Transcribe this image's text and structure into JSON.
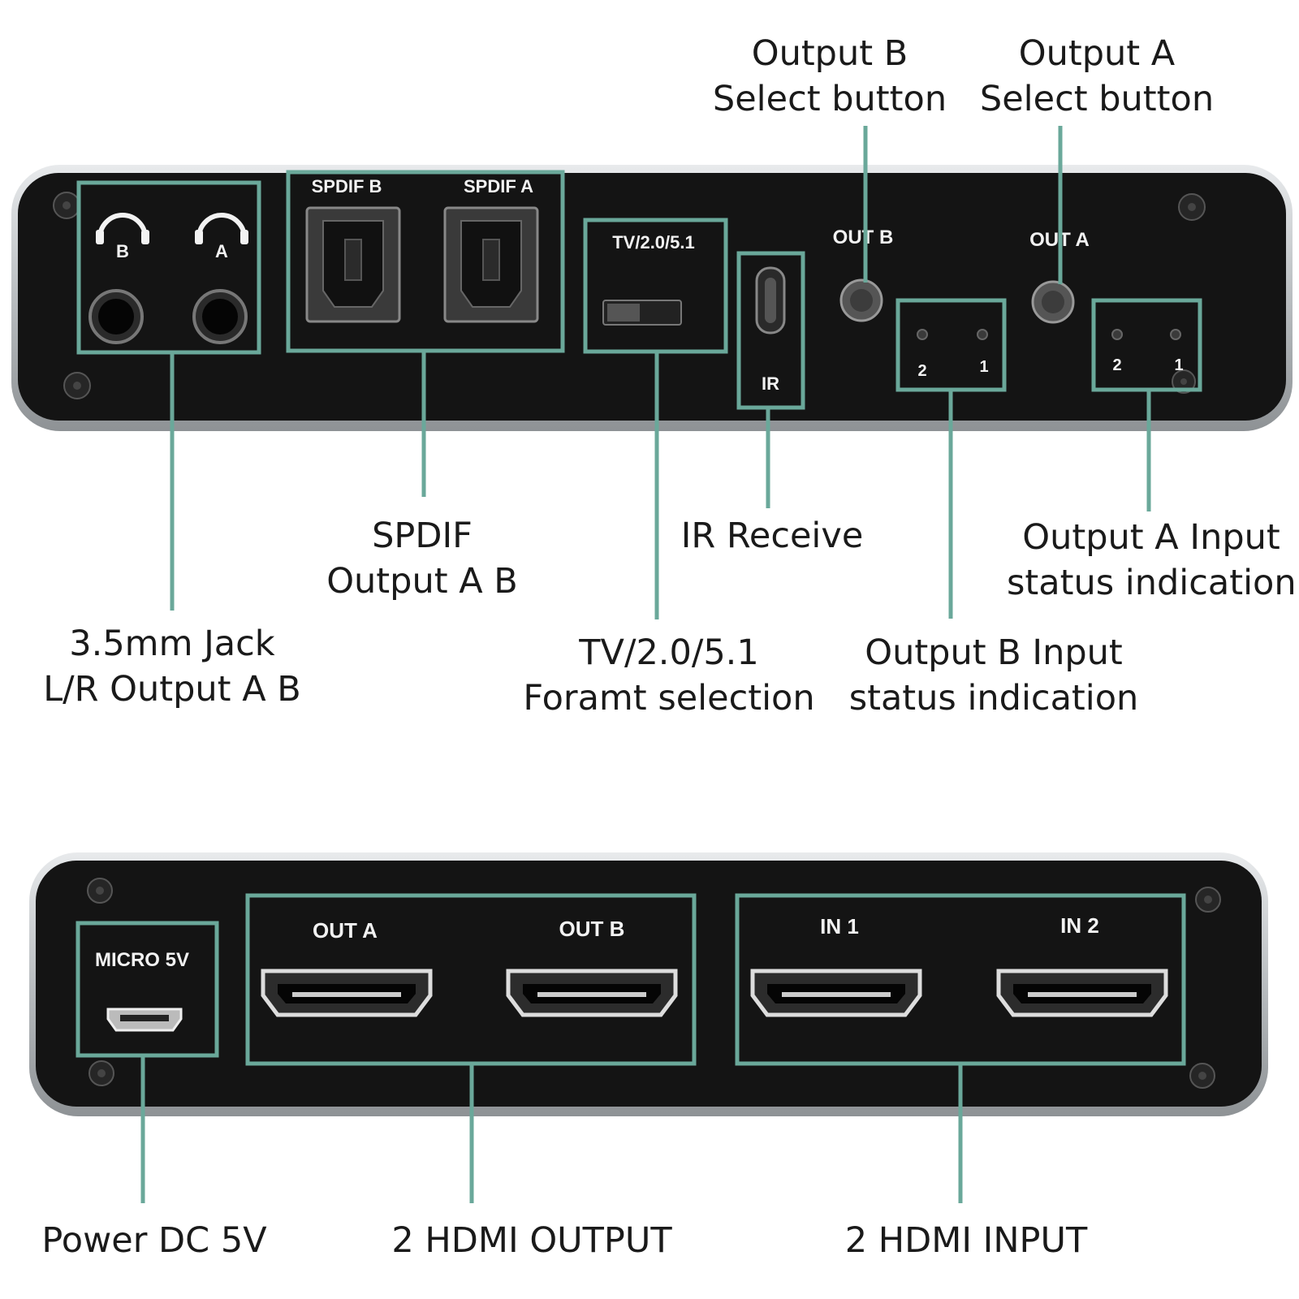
{
  "front_panel": {
    "headphone_labels": [
      "B",
      "A"
    ],
    "spdif_labels": [
      "SPDIF B",
      "SPDIF A"
    ],
    "format_switch_label": "TV/2.0/5.1",
    "ir_label": "IR",
    "out_b_label": "OUT B",
    "out_a_label": "OUT A",
    "led_numbers_b": [
      "2",
      "1"
    ],
    "led_numbers_a": [
      "2",
      "1"
    ]
  },
  "back_panel": {
    "power_label": "MICRO 5V",
    "hdmi_out_labels": [
      "OUT A",
      "OUT B"
    ],
    "hdmi_in_labels": [
      "IN 1",
      "IN 2"
    ]
  },
  "callouts": {
    "output_b_button": [
      "Output B",
      "Select button"
    ],
    "output_a_button": [
      "Output A",
      "Select button"
    ],
    "spdif": [
      "SPDIF",
      "Output A B"
    ],
    "ir": [
      "IR Receive"
    ],
    "output_a_status": [
      "Output A Input",
      "status indication"
    ],
    "jack": [
      "3.5mm Jack",
      "L/R Output A B"
    ],
    "format": [
      "TV/2.0/5.1",
      "Foramt selection"
    ],
    "output_b_status": [
      "Output B Input",
      "status indication"
    ],
    "power": [
      "Power DC 5V"
    ],
    "hdmi_output": [
      "2 HDMI OUTPUT"
    ],
    "hdmi_input": [
      "2 HDMI INPUT"
    ]
  },
  "colors": {
    "panel": "#141414",
    "frame": "#b9bdc0",
    "accent_line": "#6aa89a",
    "label_text": "#f2f2f2"
  }
}
